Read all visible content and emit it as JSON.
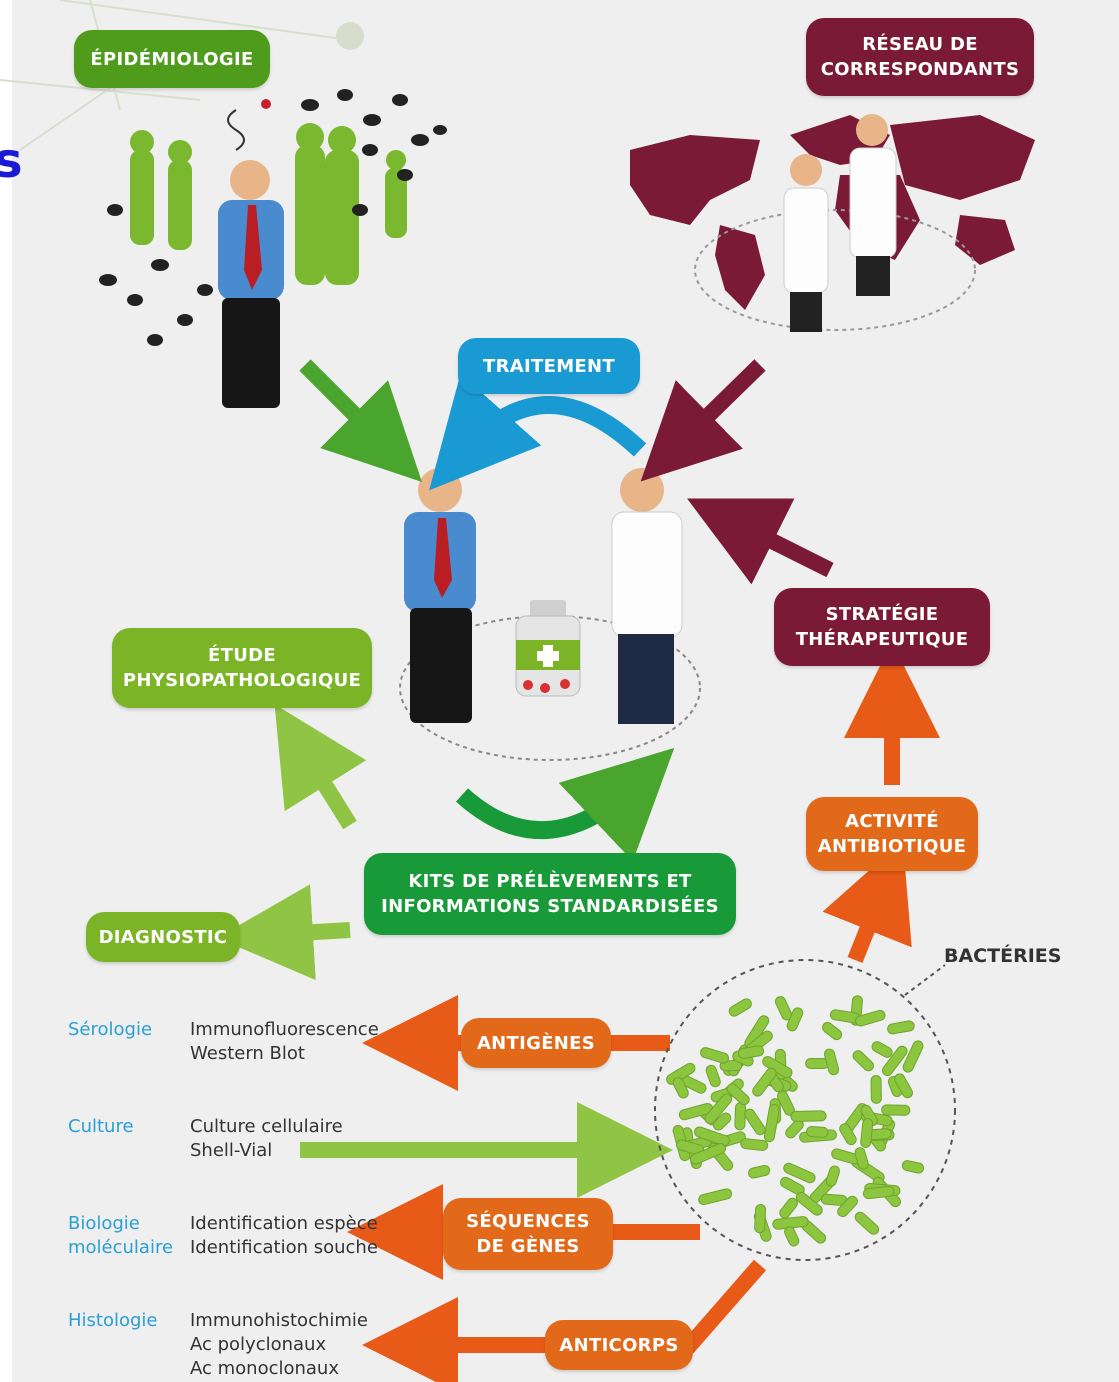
{
  "title_fragment": "s",
  "nodes": {
    "epidemiologie": "ÉPIDÉMIOLOGIE",
    "reseau": "RÉSEAU DE\nCORRESPONDANTS",
    "traitement": "TRAITEMENT",
    "etude": "ÉTUDE\nPHYSIOPATHOLOGIQUE",
    "strategie": "STRATÉGIE\nTHÉRAPEUTIQUE",
    "activite": "ACTIVITÉ\nANTIBIOTIQUE",
    "kits": "KITS DE PRÉLÈVEMENTS ET\nINFORMATIONS STANDARDISÉES",
    "diagnostic": "DIAGNOSTIC",
    "bacteries": "BACTÉRIES",
    "antigenes": "ANTIGÈNES",
    "sequences": "SÉQUENCES\nDE GÈNES",
    "anticorps": "ANTICORPS"
  },
  "methods": [
    {
      "category": "Sérologie",
      "details": "Immunofluorescence\nWestern Blot"
    },
    {
      "category": "Culture",
      "details": "Culture cellulaire\nShell-Vial"
    },
    {
      "category": "Biologie\nmoléculaire",
      "details": "Identification espèce\nIdentification souche"
    },
    {
      "category": "Histologie",
      "details": "Immunohistochimie\nAc polyclonaux\nAc monoclonaux"
    }
  ],
  "colors": {
    "green": "#4f9b1c",
    "light_green": "#7cb427",
    "maroon": "#7a1a36",
    "blue": "#1a9ad2",
    "orange": "#e2681a",
    "dark_green": "#179a37",
    "category_text": "#2a9fd6"
  }
}
